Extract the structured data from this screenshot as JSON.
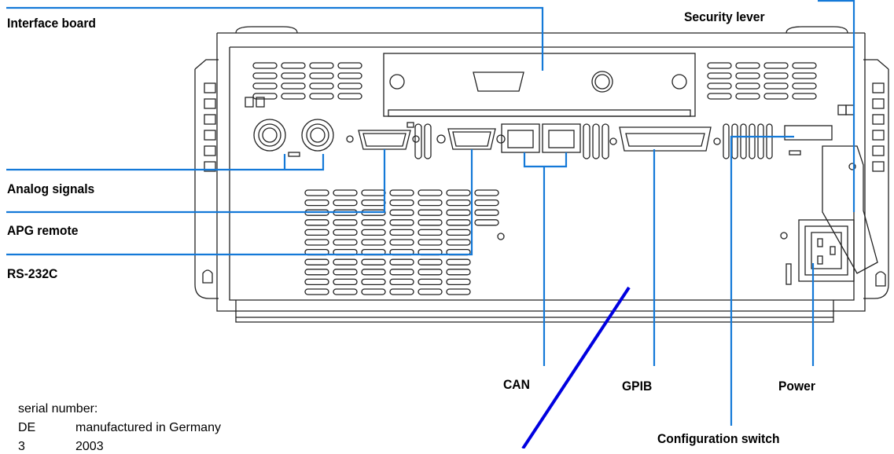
{
  "labels": {
    "interface_board": "Interface board",
    "security_lever": "Security lever",
    "analog_signals": "Analog signals",
    "apg_remote": "APG remote",
    "rs232c": "RS-232C",
    "can": "CAN",
    "gpib": "GPIB",
    "power": "Power",
    "configuration_switch": "Configuration switch"
  },
  "serial": {
    "heading": "serial number:",
    "rows": [
      {
        "code": "DE",
        "text": "manufactured in Germany"
      },
      {
        "code": "3",
        "text": "2003"
      }
    ]
  },
  "colors": {
    "leader_line": "#1479d8",
    "cut_line": "#0000e0",
    "outline": "#222222"
  }
}
